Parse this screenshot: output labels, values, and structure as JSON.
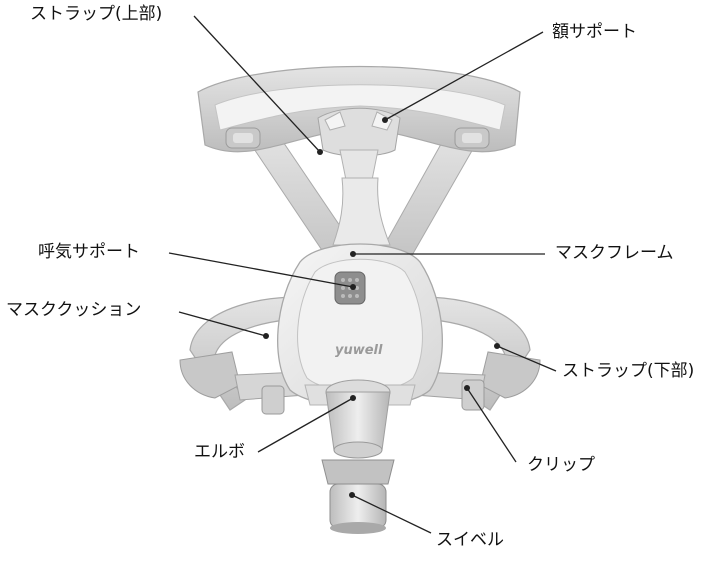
{
  "labels": {
    "strap_upper": "ストラップ(上部)",
    "forehead_support": "額サポート",
    "exhalation_support": "呼気サポート",
    "mask_frame": "マスクフレーム",
    "mask_cushion": "マスククッション",
    "strap_lower": "ストラップ(下部)",
    "elbow": "エルボ",
    "clip": "クリップ",
    "swivel": "スイベル"
  },
  "brand_text": "yuwell",
  "colors": {
    "strap": "#d2d2d2",
    "strap_edge": "#a9a9a9",
    "mask_shell": "#ececec",
    "leader_line": "#222222",
    "label_text": "#111111"
  }
}
